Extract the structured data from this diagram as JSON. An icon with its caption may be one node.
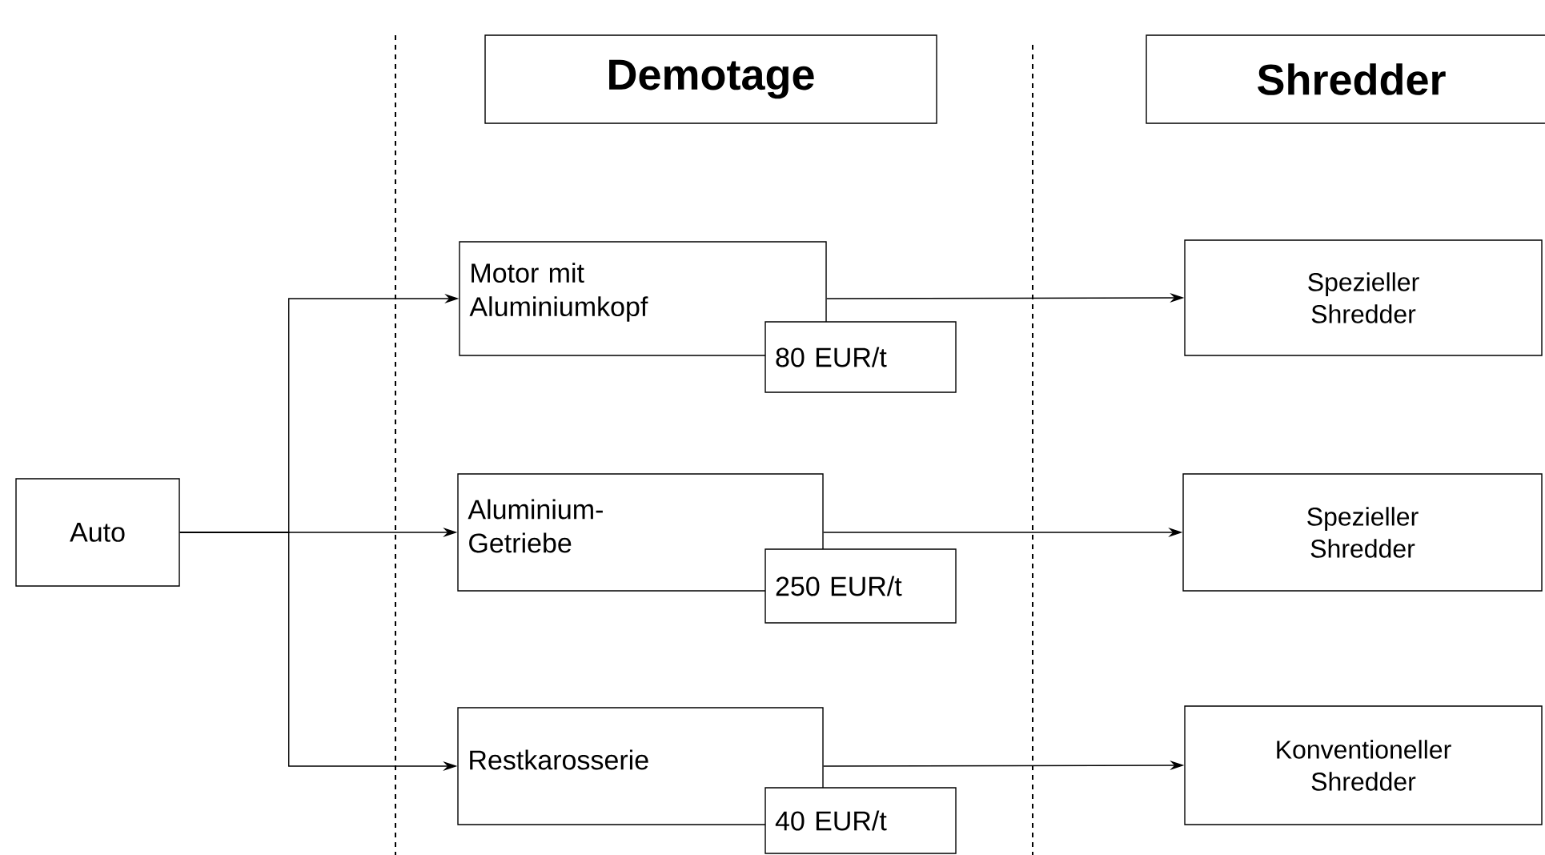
{
  "diagram": {
    "nodes": [
      {
        "text": [
          "Demotage"
        ]
      },
      {
        "text": [
          "Shredder"
        ]
      },
      {
        "text": [
          "Auto"
        ]
      },
      {
        "text": [
          "Motor mit Aluminiumkopf"
        ]
      },
      {
        "text": [
          "80 EUR/t"
        ]
      },
      {
        "text": [
          "Aluminium- Getriebe"
        ]
      },
      {
        "text": [
          "250 EUR/t"
        ]
      },
      {
        "text": [
          "Restkarosserie"
        ]
      },
      {
        "text": [
          "40 EUR/t"
        ]
      },
      {
        "text": [
          "Spezieller Shredder"
        ]
      },
      {
        "text": [
          "Spezieller Shredder"
        ]
      },
      {
        "text": [
          "Konventioneller Shredder"
        ]
      }
    ],
    "edges": [
      {
        "from": 2,
        "to": 3,
        "arrow": "to"
      },
      {
        "from": 2,
        "to": 5,
        "arrow": "to"
      },
      {
        "from": 2,
        "to": 7,
        "arrow": "to"
      },
      {
        "from": 3,
        "to": 9,
        "arrow": "to"
      },
      {
        "from": 5,
        "to": 10,
        "arrow": "to"
      },
      {
        "from": 7,
        "to": 11,
        "arrow": "to"
      }
    ]
  }
}
